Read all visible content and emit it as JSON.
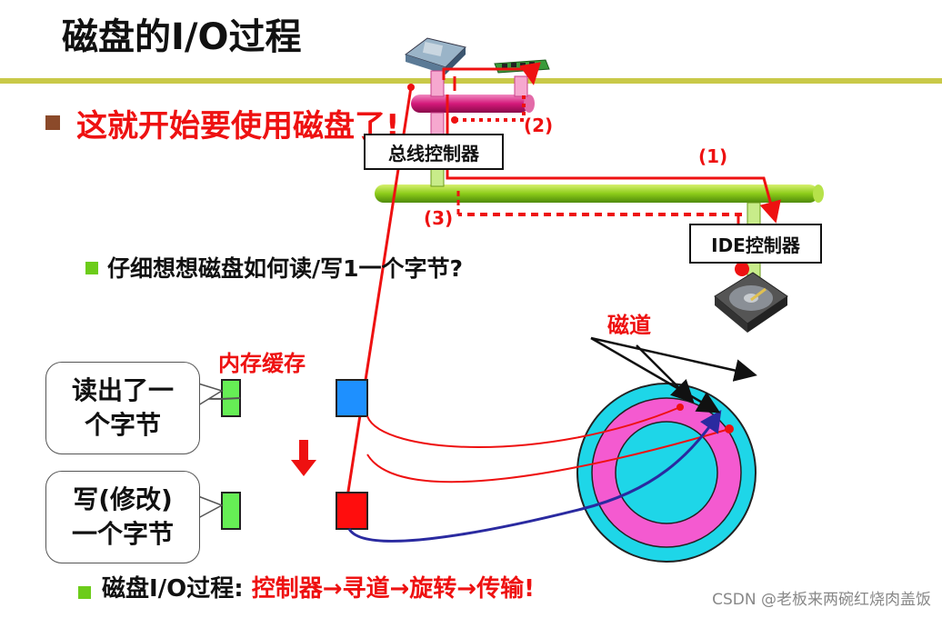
{
  "title": "磁盘的I/O过程",
  "bullets": {
    "main": "这就开始要使用磁盘了!",
    "sub": "仔细想想磁盘如何读/写1一个字节?",
    "process_label": "磁盘I/O过程:",
    "process_steps": "控制器→寻道→旋转→传输!"
  },
  "diagram": {
    "bus_controller": "总线控制器",
    "ide_controller": "IDE控制器",
    "step1": "(1)",
    "step2": "(2)",
    "step3": "(3)",
    "track_label": "磁道",
    "cache_label": "内存缓存",
    "read_bubble": [
      "读出了一",
      "个字节"
    ],
    "write_bubble": [
      "写(修改)",
      "一个字节"
    ]
  },
  "watermark": "CSDN @老板来两碗红烧肉盖饭",
  "colors": {
    "title_rule": "#c9c948",
    "accent_red": "#ee1111",
    "bus_green": "#8ccc1a",
    "bus_magenta": "#d4197a",
    "disk_cyan": "#1ed6e8",
    "disk_pink": "#f45ad0",
    "block_green": "#66ee55",
    "block_blue": "#1e90ff",
    "block_red": "#ff0d0d",
    "head_path_blue": "#2a2aa0"
  }
}
